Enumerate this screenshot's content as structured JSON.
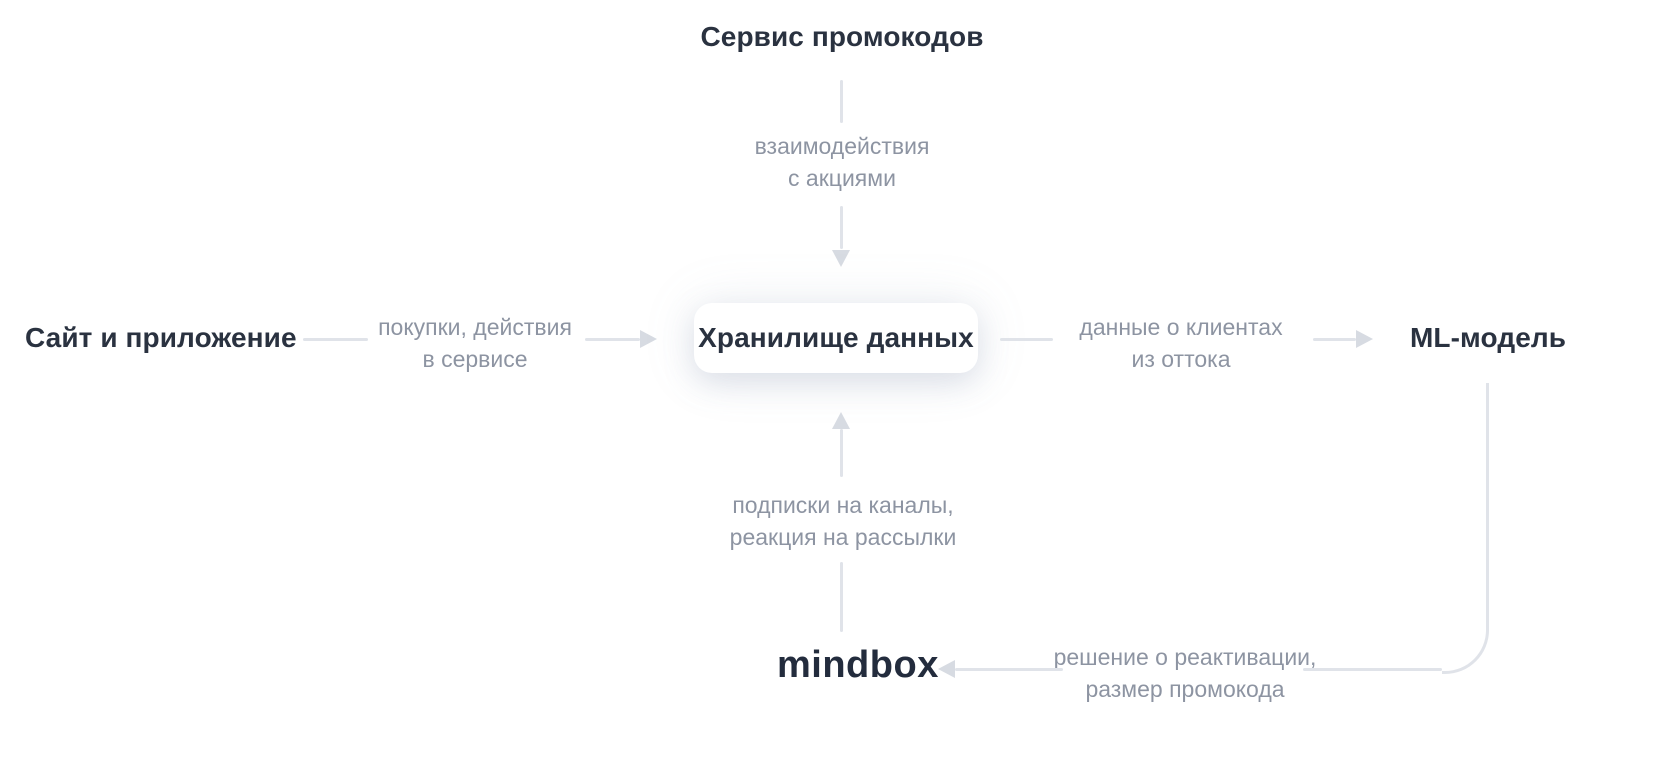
{
  "diagram_title": "Data flow diagram: churn reactivation via promo codes",
  "colors": {
    "background": "#ffffff",
    "node_text": "#2a3240",
    "logo_text": "#232c3d",
    "edge_label_text": "#8d94a2",
    "edge_line": "#e0e3e9",
    "arrowhead": "#d7dbe2",
    "storage_box_bg": "#ffffff"
  },
  "nodes": {
    "promo_service": {
      "label": "Сервис промокодов"
    },
    "site_app": {
      "label": "Сайт и приложение"
    },
    "data_storage": {
      "label": "Хранилище данных"
    },
    "ml_model": {
      "label": "ML-модель"
    },
    "mindbox": {
      "label": "mindbox"
    }
  },
  "edges": {
    "promo_to_storage": {
      "from": "promo_service",
      "to": "data_storage",
      "direction": "down",
      "lines": [
        "взаимодействия",
        "с акциями"
      ]
    },
    "site_to_storage": {
      "from": "site_app",
      "to": "data_storage",
      "direction": "right",
      "lines": [
        "покупки, действия",
        "в сервисе"
      ]
    },
    "storage_to_ml": {
      "from": "data_storage",
      "to": "ml_model",
      "direction": "right",
      "lines": [
        "данные о клиентах",
        "из оттока"
      ]
    },
    "mindbox_to_storage": {
      "from": "mindbox",
      "to": "data_storage",
      "direction": "up",
      "lines": [
        "подписки на каналы,",
        "реакция на рассылки"
      ]
    },
    "ml_to_mindbox": {
      "from": "ml_model",
      "to": "mindbox",
      "direction": "left",
      "lines": [
        "решение о реактивации,",
        "размер промокода"
      ]
    }
  }
}
